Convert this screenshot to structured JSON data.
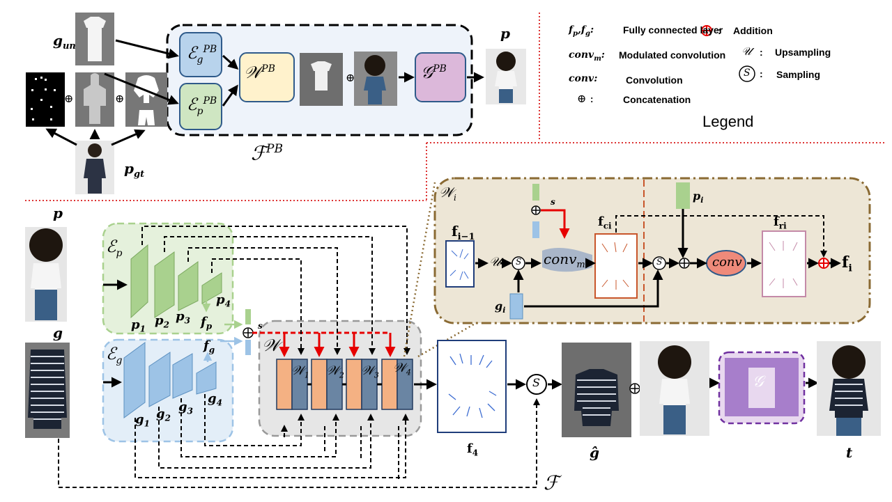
{
  "top": {
    "g_un": "g",
    "g_un_sub": "un",
    "p_gt": "p",
    "p_gt_sub": "gt",
    "p_out": "p",
    "enc_g": "ℰ",
    "enc_g_sub": "g",
    "enc_p": "ℰ",
    "enc_p_sub": "p",
    "sup_pb": "PB",
    "warp": "𝒲",
    "gen": "𝒢",
    "flow": "ℱ",
    "oplus": "⊕"
  },
  "legend": {
    "title": "Legend",
    "rows": [
      {
        "sym": "f",
        "sym2": "p",
        "sym3": "f",
        "sym4": "g",
        "text": "Fully connected layer"
      },
      {
        "sym": "conv",
        "sub": "m",
        "text": "Modulated convolution"
      },
      {
        "sym": "conv",
        "text": "Convolution"
      },
      {
        "sym": "⊕",
        "text": "Concatenation"
      },
      {
        "sym": "⊕",
        "text": "Addition"
      },
      {
        "sym": "𝒰",
        "text": "Upsampling"
      },
      {
        "sym": "S",
        "text": "Sampling"
      }
    ],
    "colon": ":"
  },
  "bottom": {
    "p": "p",
    "g": "g",
    "enc_p": "ℰ",
    "enc_p_sub": "p",
    "enc_g": "ℰ",
    "enc_g_sub": "g",
    "p1": "p",
    "p1s": "1",
    "p2": "p",
    "p2s": "2",
    "p3": "p",
    "p3s": "3",
    "p4": "p",
    "p4s": "4",
    "fp": "f",
    "fps": "p",
    "fg": "f",
    "fgs": "g",
    "g1": "g",
    "g1s": "1",
    "g2": "g",
    "g2s": "2",
    "g3": "g",
    "g3s": "3",
    "g4": "g",
    "g4s": "4",
    "s": "s",
    "W": "𝒲",
    "W1": "𝒲",
    "W1s": "1",
    "W2": "𝒲",
    "W2s": "2",
    "W3": "𝒲",
    "W3s": "3",
    "W4": "𝒲",
    "W4s": "4",
    "f4": "f",
    "f4s": "4",
    "ghat": "ĝ",
    "t": "t",
    "G": "𝒢",
    "F": "ℱ",
    "S": "S"
  },
  "detail": {
    "Wi": "𝒲",
    "Wis": "i",
    "fim1": "f",
    "fim1s": "i−1",
    "u": "𝒰",
    "gi": "g",
    "gis": "i",
    "s": "s",
    "convm": "conv",
    "convms": "m",
    "fci": "f",
    "fcis": "ci",
    "pi": "p",
    "pis": "i",
    "conv": "conv",
    "fri": "f",
    "fris": "ri",
    "fi": "f",
    "fis": "i"
  },
  "colors": {
    "green": "#a9d18e",
    "blue": "#9dc3e6",
    "orange": "#f4b183",
    "slate": "#6a85a3",
    "yellow": "#fff2cc",
    "purple": "#d9b3d6",
    "red": "#e60000",
    "tan": "#ede6d6",
    "brown": "#8a6a33"
  }
}
